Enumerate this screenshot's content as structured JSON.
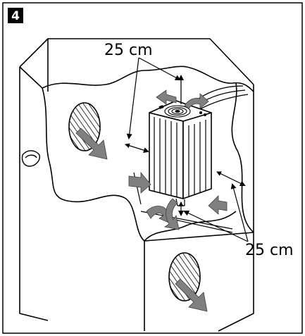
{
  "step_number": "4",
  "labels": {
    "top_clearance": "25 cm",
    "side_clearance": "25 cm"
  },
  "colors": {
    "line": "#000000",
    "airflow_arrow": "#808080",
    "device_body": "#ffffff",
    "step_badge": "#000000"
  },
  "icons": [
    "airflow-arrow",
    "dimension-arrow",
    "ventilation-grille",
    "inverter-device",
    "cable-entry"
  ]
}
